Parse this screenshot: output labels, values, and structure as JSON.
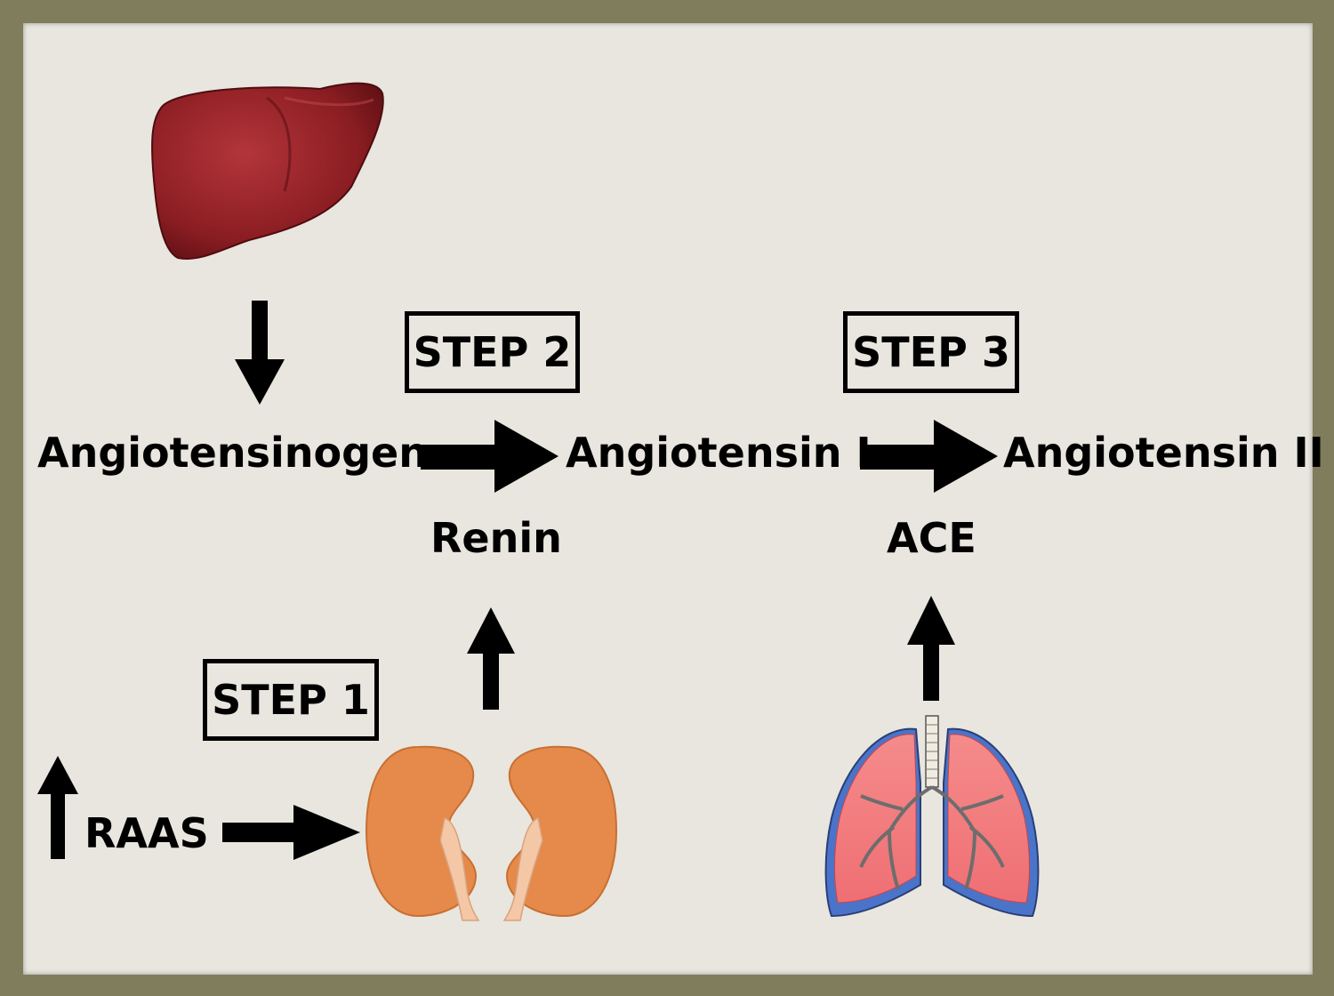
{
  "diagram": {
    "molecules": {
      "angiotensinogen": "Angiotensinogen",
      "angiotensin_i": "Angiotensin I",
      "angiotensin_ii": "Angiotensin II"
    },
    "enzymes": {
      "renin": "Renin",
      "ace": "ACE"
    },
    "steps": {
      "step1": "STEP 1",
      "step2": "STEP 2",
      "step3": "STEP 3"
    },
    "trigger": "RAAS",
    "organs": [
      "liver-icon",
      "kidneys-icon",
      "lungs-icon"
    ],
    "colors": {
      "liver": "#8e1f24",
      "kidney": "#e58a4b",
      "ureter": "#f4c7a6",
      "lung": "#f07b7b",
      "lung_outline": "#4a74c9",
      "background": "#e8e6de",
      "frame": "#7f7d5c"
    }
  }
}
